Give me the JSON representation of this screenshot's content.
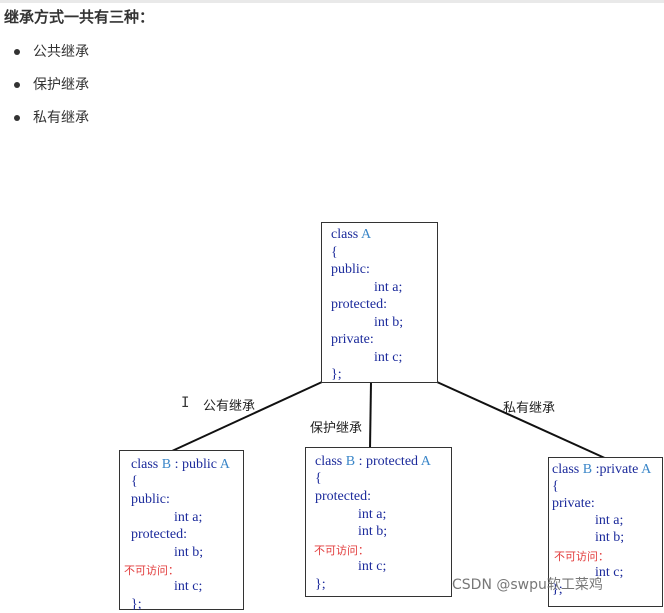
{
  "heading": "继承方式一共有三种：",
  "bullets": [
    "公共继承",
    "保护继承",
    "私有继承"
  ],
  "base_class": {
    "decl": "class",
    "name": "A",
    "open": "{",
    "sections": [
      {
        "access": "public:",
        "members": [
          "int a;"
        ]
      },
      {
        "access": "protected:",
        "members": [
          "int b;"
        ]
      },
      {
        "access": "private:",
        "members": [
          "int c;"
        ]
      }
    ],
    "close": "};"
  },
  "edge_labels": {
    "public": "公有继承",
    "protected": "保护继承",
    "private": "私有继承"
  },
  "derived": [
    {
      "decl": "class",
      "name": "B",
      "sep": " : public ",
      "base": "A",
      "open": "{",
      "lines": [
        "public:",
        "int a;",
        "protected:",
        "int b;"
      ],
      "inaccessible": "不可访问：",
      "hidden": "int c;",
      "close": "};"
    },
    {
      "decl": "class",
      "name": "B",
      "sep": " : protected ",
      "base": "A",
      "open": "{",
      "lines": [
        "protected:",
        "int a;",
        "int b;"
      ],
      "inaccessible": "不可访问：",
      "hidden": "int c;",
      "close": "};"
    },
    {
      "decl": "class",
      "name": "B",
      "sep": " :private ",
      "base": "A",
      "open": "{",
      "lines": [
        "private:",
        "int a;",
        "int b;"
      ],
      "inaccessible": "不可访问：",
      "hidden": "int c;",
      "close": "};"
    }
  ],
  "cursor_glyph": "I",
  "watermark": "CSDN @swpu软工菜鸡"
}
